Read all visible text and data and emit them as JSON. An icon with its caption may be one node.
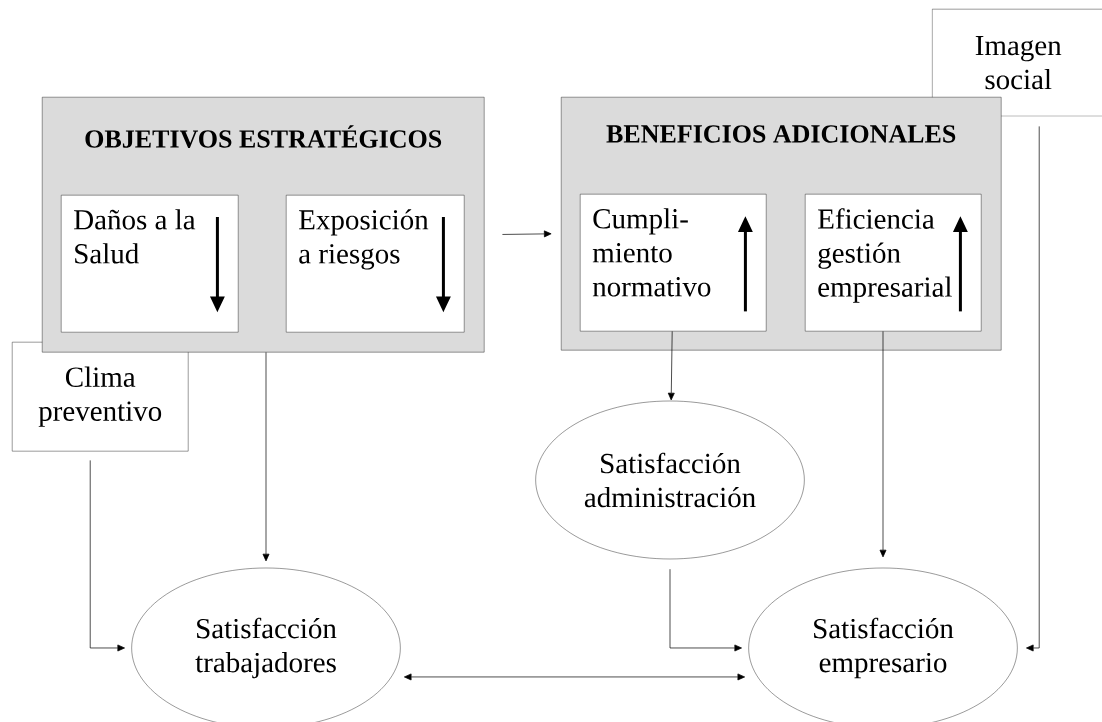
{
  "diagram": {
    "nodes": [
      {
        "text": [
          "OBJETIVOS  ESTRATÉGICOS"
        ]
      },
      {
        "text": [
          "Daños a la Salud"
        ],
        "in": 0
      },
      {
        "text": [
          "Exposición a riesgos"
        ],
        "in": 0
      },
      {
        "text": [
          "BENEFICIOS ADICIONALES"
        ]
      },
      {
        "text": [
          "Cumpli- miento normativo"
        ],
        "in": 3
      },
      {
        "text": [
          "Eficiencia gestión empresarial"
        ],
        "in": 3
      },
      {
        "text": [
          "Imagen social"
        ]
      },
      {
        "text": [
          "Clima preventivo"
        ]
      },
      {
        "text": [
          "Satisfacción administración"
        ]
      },
      {
        "text": [
          "Satisfacción trabajadores"
        ]
      },
      {
        "text": [
          "Satisfacción empresario"
        ]
      }
    ],
    "edges": [
      {
        "from": 0,
        "to": 3,
        "arrow": "to"
      },
      {
        "from": 4,
        "to": 8,
        "arrow": "to"
      },
      {
        "from": 0,
        "to": 9,
        "arrow": "to"
      },
      {
        "from": 5,
        "to": 10,
        "arrow": "to"
      },
      {
        "from": 7,
        "to": 9,
        "arrow": "to"
      },
      {
        "from": 8,
        "to": 10,
        "arrow": "to"
      },
      {
        "from": 6,
        "to": 10,
        "arrow": "to"
      },
      {
        "from": 9,
        "to": 10,
        "arrow": "both"
      }
    ]
  }
}
